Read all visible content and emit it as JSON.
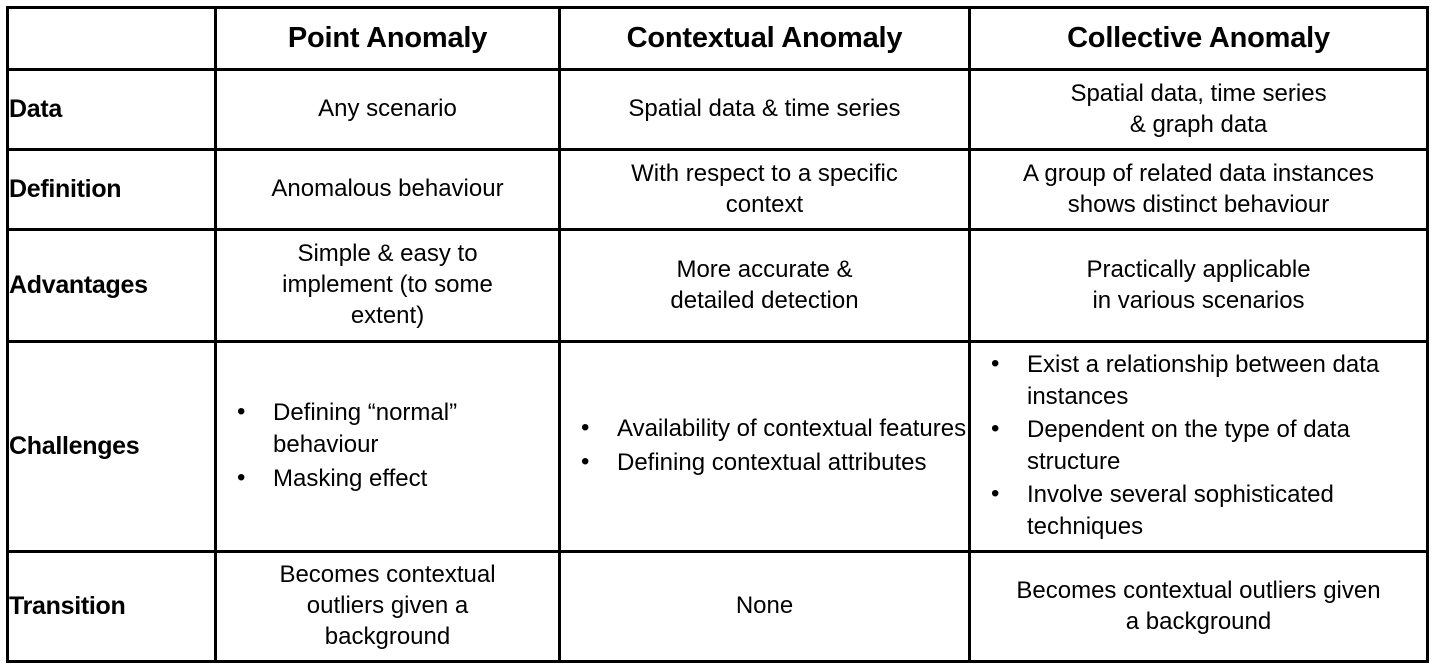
{
  "table": {
    "columns": [
      {
        "key": "label",
        "header": ""
      },
      {
        "key": "point",
        "header": "Point Anomaly"
      },
      {
        "key": "context",
        "header": "Contextual Anomaly"
      },
      {
        "key": "collect",
        "header": "Collective Anomaly"
      }
    ],
    "rows": [
      {
        "label": "Data",
        "point": {
          "type": "text",
          "text": "Any scenario"
        },
        "context": {
          "type": "text",
          "text": "Spatial data & time series"
        },
        "collect": {
          "type": "text",
          "text": "Spatial data, time series\n& graph data"
        }
      },
      {
        "label": "Definition",
        "point": {
          "type": "text",
          "text": "Anomalous behaviour"
        },
        "context": {
          "type": "text",
          "text": "With respect to a specific\ncontext"
        },
        "collect": {
          "type": "text",
          "text": "A group of related data instances\nshows distinct behaviour"
        }
      },
      {
        "label": "Advantages",
        "point": {
          "type": "text",
          "text": "Simple & easy to\nimplement (to some\nextent)"
        },
        "context": {
          "type": "text",
          "text": "More accurate &\ndetailed detection"
        },
        "collect": {
          "type": "text",
          "text": "Practically applicable\nin various scenarios"
        }
      },
      {
        "label": "Challenges",
        "point": {
          "type": "bullets",
          "items": [
            "Defining “normal” behaviour",
            "Masking effect"
          ]
        },
        "context": {
          "type": "bullets",
          "items": [
            "Availability of contextual features",
            "Defining contextual attributes"
          ]
        },
        "collect": {
          "type": "bullets",
          "items": [
            "Exist a relationship between data instances",
            "Dependent on the type of data structure",
            "Involve several sophisticated techniques"
          ]
        }
      },
      {
        "label": "Transition",
        "point": {
          "type": "text",
          "text": "Becomes contextual\noutliers given a\nbackground"
        },
        "context": {
          "type": "text",
          "text": "None"
        },
        "collect": {
          "type": "text",
          "text": "Becomes contextual outliers given\na background"
        }
      }
    ]
  },
  "style": {
    "border_color": "#000000",
    "text_color": "#000000",
    "background": "#ffffff"
  }
}
